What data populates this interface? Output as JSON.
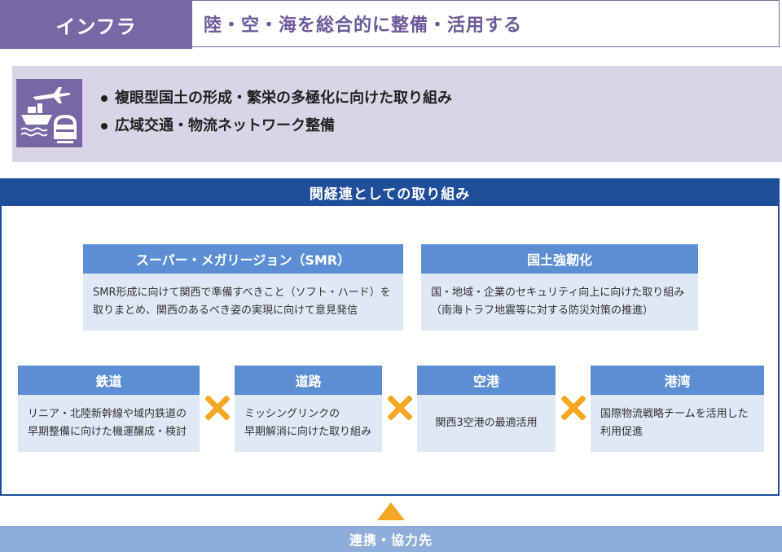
{
  "header": {
    "tag": "インフラ",
    "title": "陸・空・海を総合的に整備・活用する"
  },
  "summary": {
    "icon": "transport-icon",
    "bullets": [
      "複眼型国土の形成・繁栄の多極化に向けた取り組み",
      "広域交通・物流ネットワーク整備"
    ]
  },
  "section": {
    "title": "関経連としての取り組み"
  },
  "top_cards": [
    {
      "title": "スーパー・メガリージョン（SMR）",
      "lines": [
        "SMR形成に向けて関西で準備すべきこと（ソフト・ハード）を",
        "取りまとめ、関西のあるべき姿の実現に向けて意見発信"
      ]
    },
    {
      "title": "国土強靭化",
      "lines": [
        "国・地域・企業のセキュリティ向上に向けた取り組み",
        "（南海トラフ地震等に対する防災対策の推進）"
      ]
    }
  ],
  "bottom_cards": [
    {
      "title": "鉄道",
      "lines": [
        "リニア・北陸新幹線や域内鉄道の",
        "早期整備に向けた機運醸成・検討"
      ]
    },
    {
      "title": "道路",
      "lines": [
        "ミッシングリンクの",
        "早期解消に向けた取り組み"
      ]
    },
    {
      "title": "空港",
      "lines": [
        "関西3空港の最適活用"
      ]
    },
    {
      "title": "港湾",
      "lines": [
        "国際物流戦略チームを活用した",
        "利用促進"
      ]
    }
  ],
  "footer": {
    "label": "連携・協力先"
  },
  "colors": {
    "purple": "#7767a4",
    "lavender": "#dad5e6",
    "navy": "#1f4e9a",
    "blue": "#5b8ed3",
    "light_blue": "#dfe8f5",
    "orange": "#f5a623",
    "footer_blue": "#8eadd8"
  }
}
